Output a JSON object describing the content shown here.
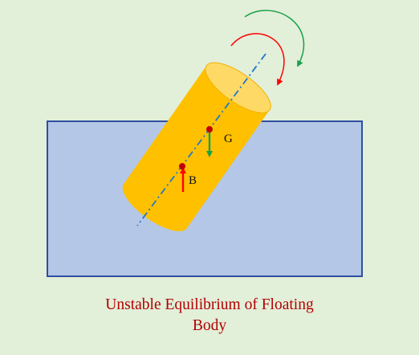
{
  "labels": {
    "centre_of_gravity": "G",
    "centre_of_buoyancy": "B"
  },
  "caption": {
    "line1": "Unstable Equilibrium of Floating",
    "line2": "Body"
  },
  "colors": {
    "background": "#e2efd9",
    "water_fill": "#b4c7e7",
    "water_border": "#2f4f9f",
    "body_fill": "#ffc000",
    "body_top": "#ffd966",
    "axis_line": "#1f78c8",
    "point": "#c00000",
    "weight_arrow": "#18a04a",
    "buoyancy_arrow": "#ff0000",
    "moment_arrow_green": "#18a04a",
    "moment_arrow_red": "#ff0000",
    "caption": "#b30000"
  }
}
